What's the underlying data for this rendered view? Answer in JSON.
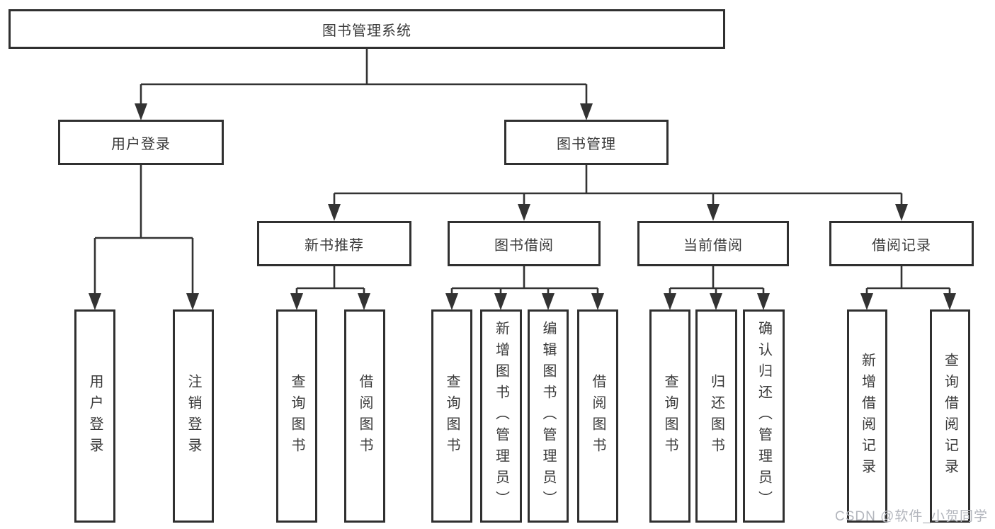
{
  "tree": {
    "root": {
      "label": "图书管理系统"
    },
    "branches": [
      {
        "label": "用户登录",
        "children": [
          {
            "label": "用户登录"
          },
          {
            "label": "注销登录"
          }
        ]
      },
      {
        "label": "图书管理",
        "children": [
          {
            "label": "新书推荐",
            "children": [
              {
                "label": "查询图书"
              },
              {
                "label": "借阅图书"
              }
            ]
          },
          {
            "label": "图书借阅",
            "children": [
              {
                "label": "查询图书"
              },
              {
                "label": "新增图书（管理员）"
              },
              {
                "label": "编辑图书（管理员）"
              },
              {
                "label": "借阅图书"
              }
            ]
          },
          {
            "label": "当前借阅",
            "children": [
              {
                "label": "查询图书"
              },
              {
                "label": "归还图书"
              },
              {
                "label": "确认归还（管理员）"
              }
            ]
          },
          {
            "label": "借阅记录",
            "children": [
              {
                "label": "新增借阅记录"
              },
              {
                "label": "查询借阅记录"
              }
            ]
          }
        ]
      }
    ]
  },
  "watermark": {
    "text": "CSDN @软件_小贺同学"
  },
  "colors": {
    "line": "#333333",
    "box_border": "#303030",
    "text": "#3a3a3a",
    "watermark": "#b3b6bd",
    "background": "#ffffff"
  }
}
